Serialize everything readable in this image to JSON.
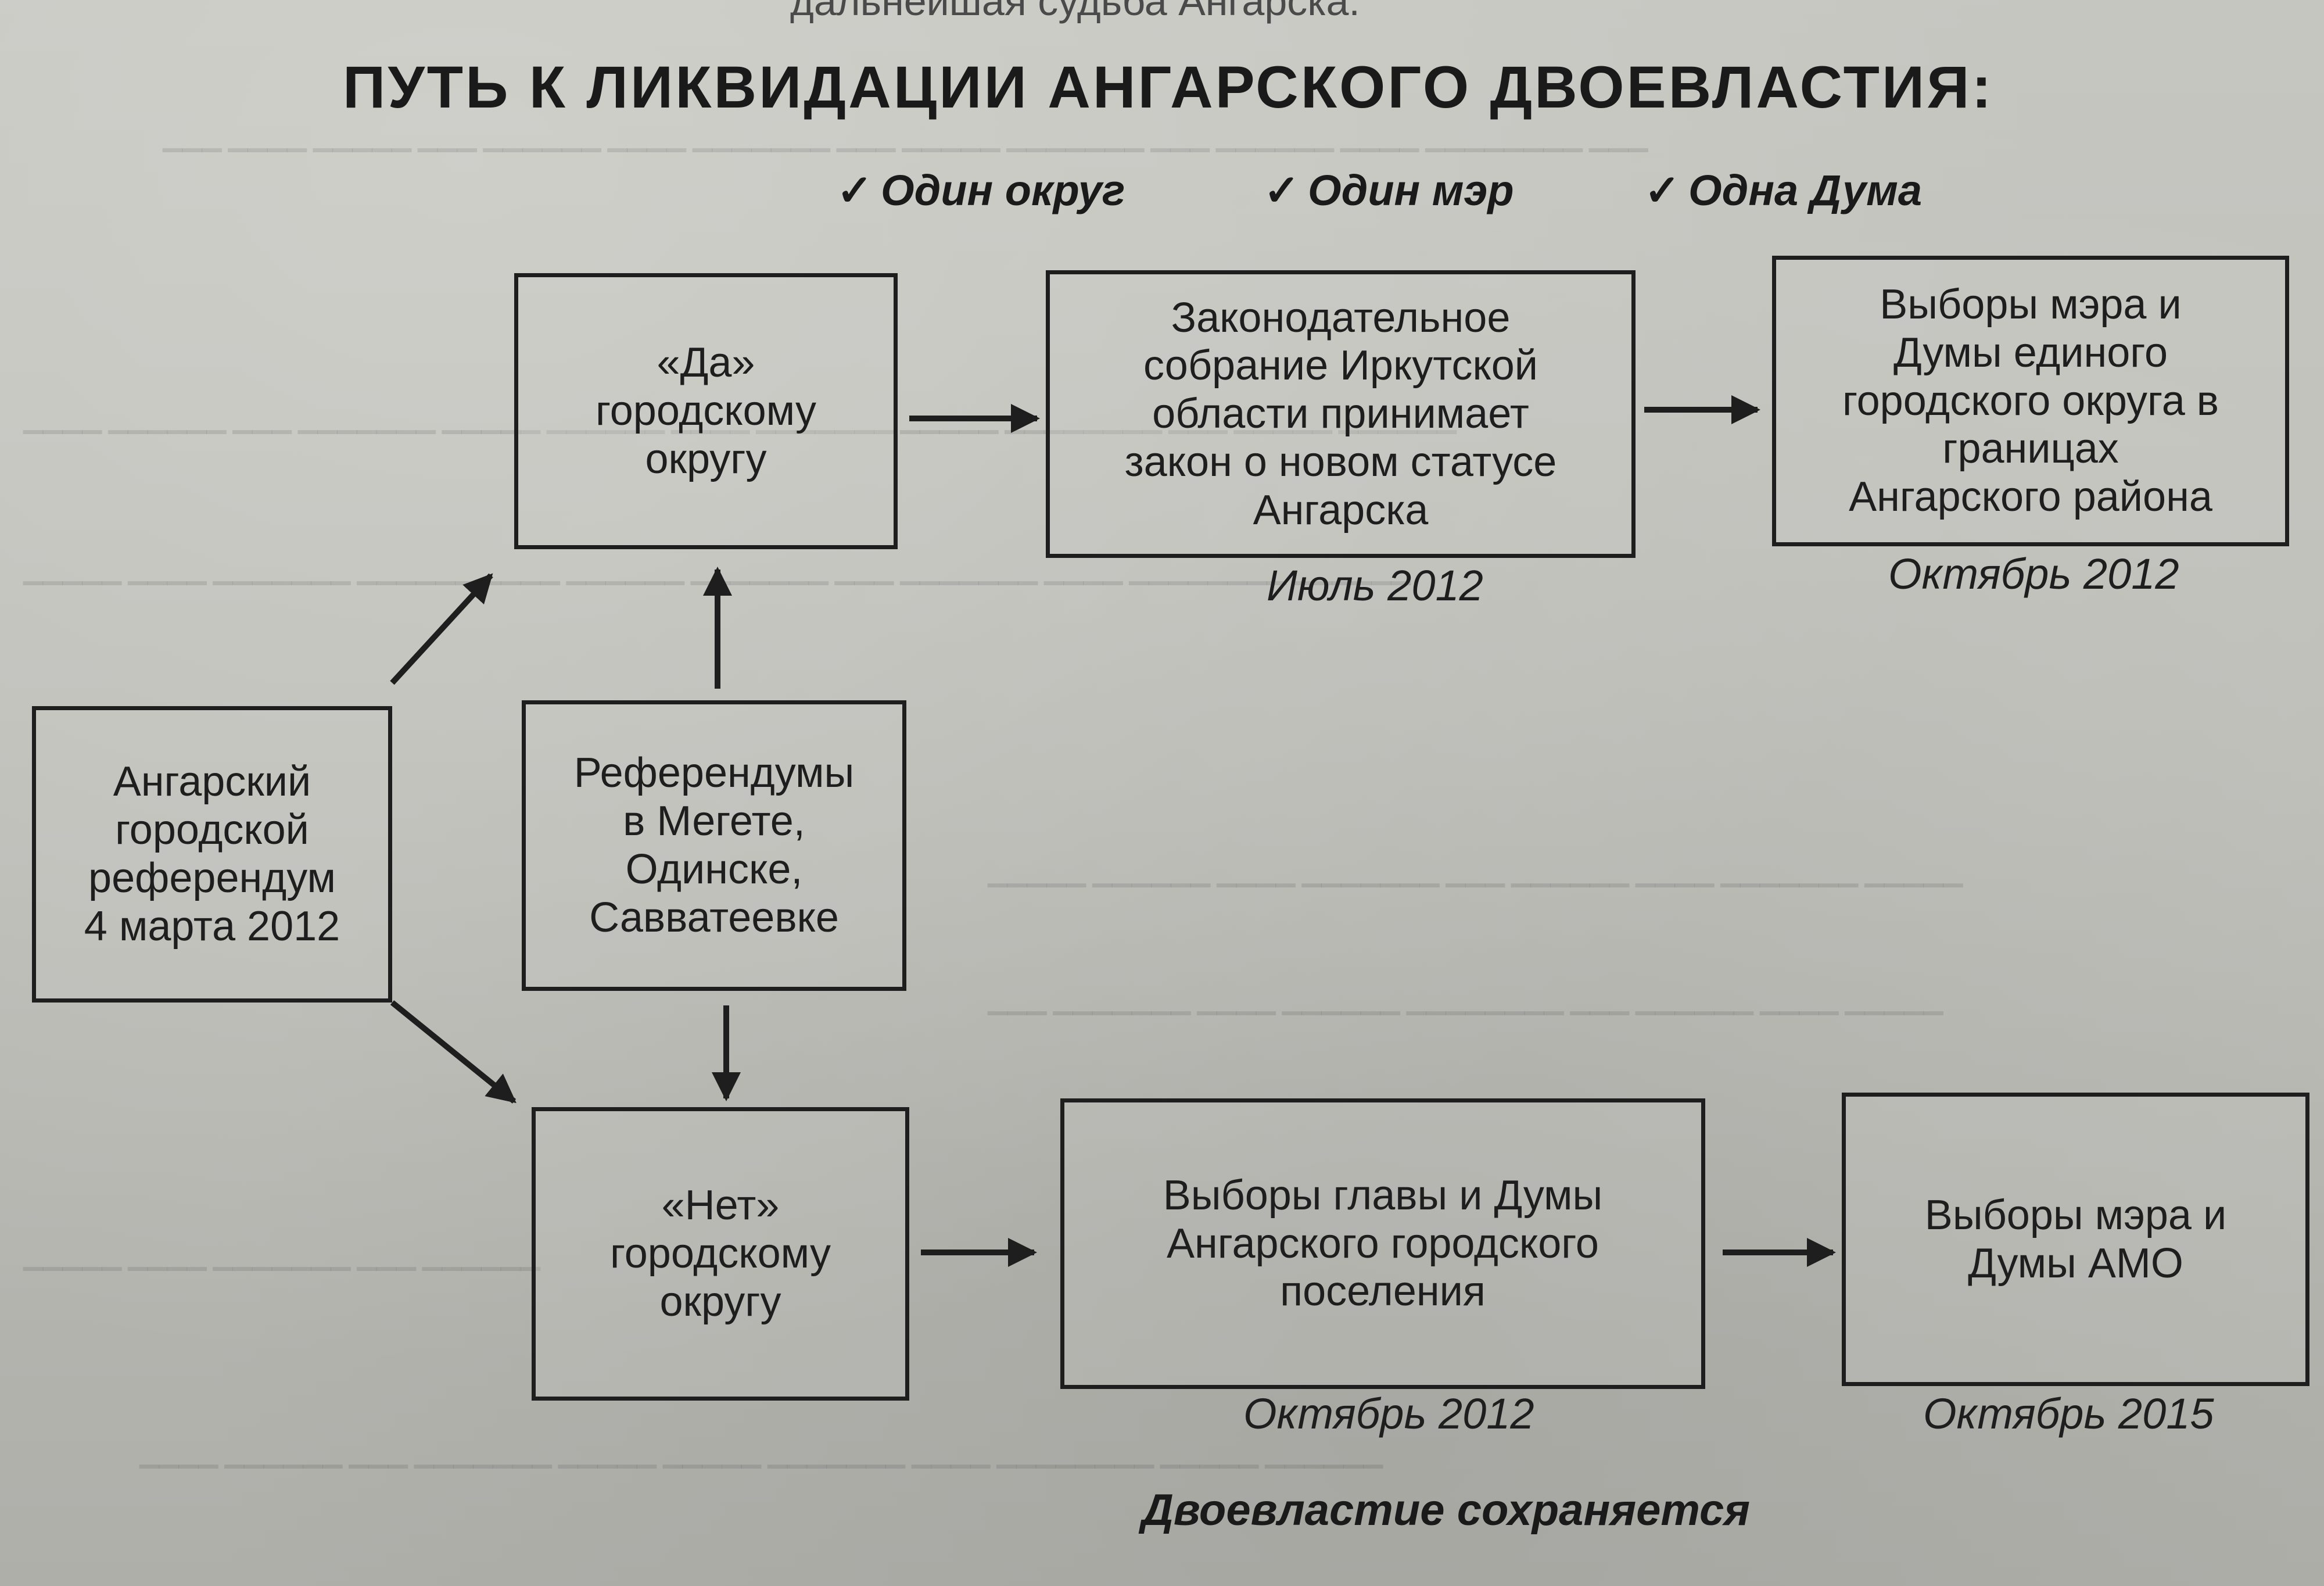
{
  "top_fragment": "дальнейшая судьба Ангарска.",
  "title": "ПУТЬ К ЛИКВИДАЦИИ АНГАРСКОГО ДВОЕВЛАСТИЯ:",
  "checklist": [
    {
      "mark": "✓",
      "text": "Один округ"
    },
    {
      "mark": "✓",
      "text": "Один мэр"
    },
    {
      "mark": "✓",
      "text": "Одна Дума"
    }
  ],
  "boxes": {
    "referendum": "Ангарский\nгородской\nреферендум\n4 марта 2012",
    "yes": "«Да»\nгородскому\nокругу",
    "other_referendums": "Референдумы\nв Мегете,\nОдинске,\nСавватеевке",
    "no": "«Нет»\nгородскому\nокругу",
    "legislative": "Законодательное\nсобрание Иркутской\nобласти принимает\nзакон о новом статусе\nАнгарска",
    "elections_unified": "Выборы мэра и\nДумы единого\nгородского округа в\nграницах\nАнгарского района",
    "elections_settlement": "Выборы главы и Думы\nАнгарского городского\nпоселения",
    "elections_amo": "Выборы мэра и\nДумы АМО"
  },
  "dates": {
    "legislative": "Июль 2012",
    "elections_unified": "Октябрь 2012",
    "elections_settlement": "Октябрь 2012",
    "elections_amo": "Октябрь 2015"
  },
  "footer": "Двоевластие сохраняется"
}
